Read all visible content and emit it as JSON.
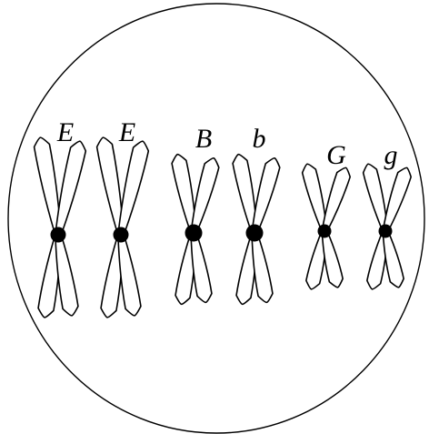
{
  "diagram": {
    "chromosomes": [
      {
        "allele": "E"
      },
      {
        "allele": "E"
      },
      {
        "allele": "B"
      },
      {
        "allele": "b"
      },
      {
        "allele": "G"
      },
      {
        "allele": "g"
      }
    ]
  }
}
